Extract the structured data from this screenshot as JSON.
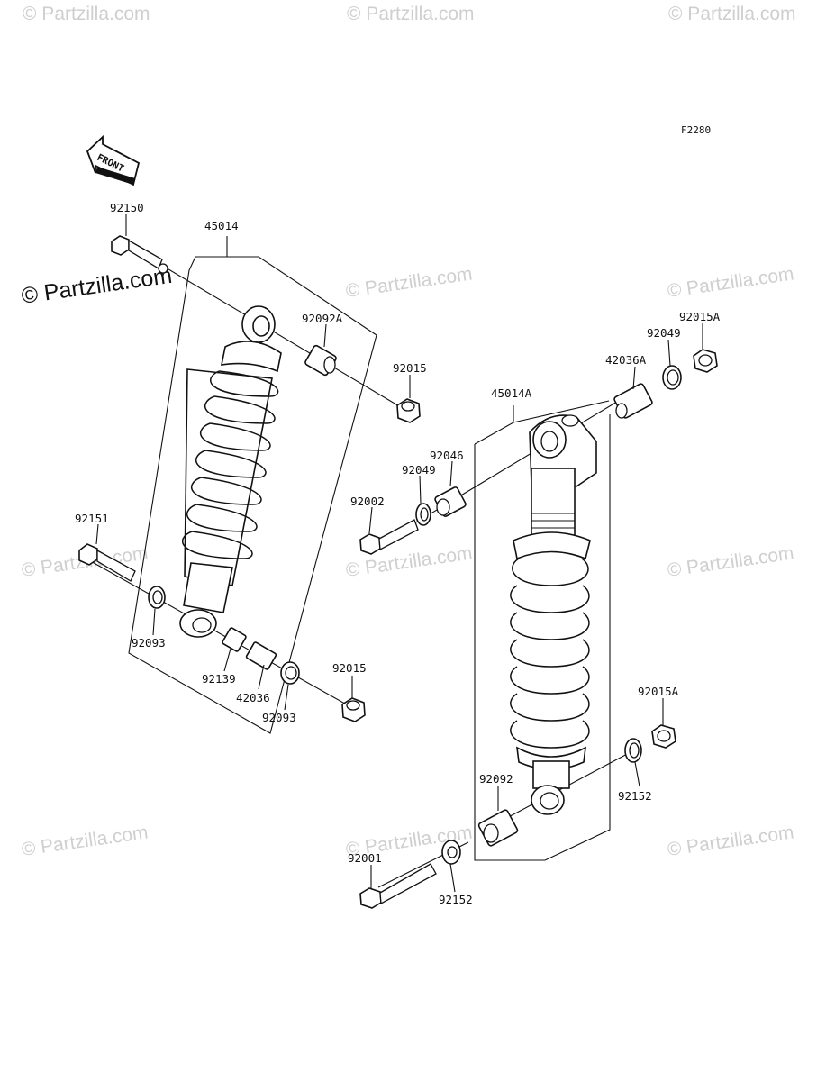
{
  "diagram_code": "F2280",
  "front_label": "FRONT",
  "watermark_text": "© Partzilla.com",
  "part_labels": {
    "p92150": "92150",
    "p45014": "45014",
    "p92092A": "92092A",
    "p92015_top": "92015",
    "p92151": "92151",
    "p92093_left": "92093",
    "p92139": "92139",
    "p42036": "42036",
    "p92093_bottom": "92093",
    "p92015_left": "92015",
    "p92015A_top": "92015A",
    "p92049_top": "92049",
    "p42036A": "42036A",
    "p45014A": "45014A",
    "p92046": "92046",
    "p92049_mid": "92049",
    "p92002": "92002",
    "p92015A_right": "92015A",
    "p92152_right": "92152",
    "p92092": "92092",
    "p92001": "92001",
    "p92152_bottom": "92152"
  }
}
